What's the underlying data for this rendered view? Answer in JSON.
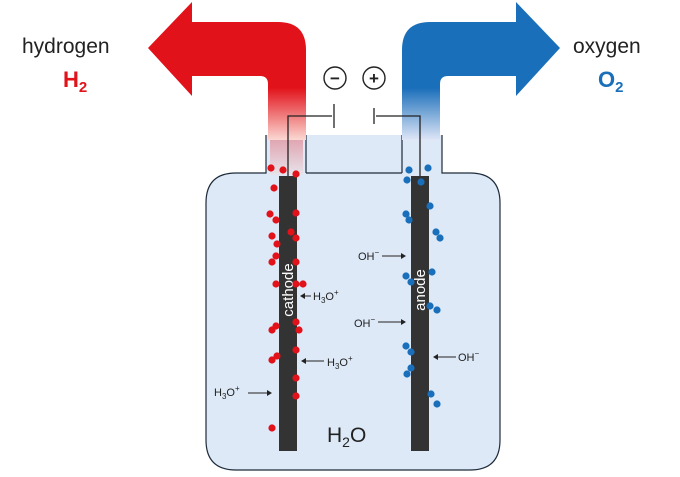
{
  "labels": {
    "hydrogen_word": "hydrogen",
    "hydrogen_formula_base": "H",
    "hydrogen_formula_sub": "2",
    "oxygen_word": "oxygen",
    "oxygen_formula_base": "O",
    "oxygen_formula_sub": "2",
    "minus_terminal": "−",
    "plus_terminal": "+",
    "cathode": "cathode",
    "anode": "anode",
    "water_base": "H",
    "water_sub": "2",
    "water_tail": "O"
  },
  "ions": {
    "h3o_base": "H",
    "h3o_sub": "3",
    "h3o_tail": "O",
    "h3o_charge": "+",
    "oh_base": "OH",
    "oh_charge": "−"
  },
  "colors": {
    "hydrogen": "#e2121b",
    "oxygen": "#1a6fba",
    "electrode": "#333333",
    "electrolyte": "#dde9f7",
    "container_stroke": "#1e2b3b",
    "bubble_red": "#e2121b",
    "bubble_blue": "#1a6fba"
  }
}
